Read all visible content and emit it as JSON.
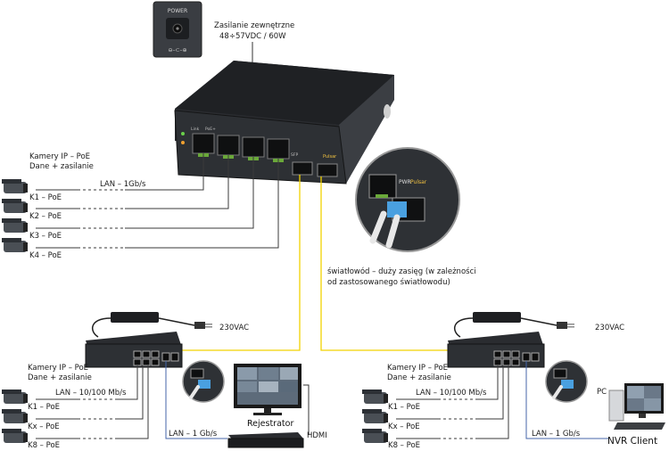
{
  "power_inlet": {
    "label": "POWER"
  },
  "power_supply": {
    "line1": "Zasilanie zewnętrzne",
    "line2": "48÷57VDC / 60W"
  },
  "main_switch": {
    "brand": "Pulsar",
    "port_group_labels": [
      "Link",
      "PoE+",
      "SFP",
      "PWR"
    ],
    "left_group": {
      "cameras_heading_1": "Kamery IP – PoE",
      "cameras_heading_2": "Dane + zasilanie",
      "link_label": "LAN – 1Gb/s",
      "cameras": [
        "K1 – PoE",
        "K2 – PoE",
        "K3 – PoE",
        "K4 – PoE"
      ]
    }
  },
  "sfp_zoom": {
    "pwr_label": "PWR",
    "brand": "Pulsar"
  },
  "fiber": {
    "line1": "światłowód – duży zasięg (w zależności",
    "line2": "od zastosowanego  światłowodu)"
  },
  "left_site": {
    "ac_label": "230VAC",
    "cameras_heading_1": "Kamery IP – PoE",
    "cameras_heading_2": "Dane + zasilanie",
    "link_label": "LAN – 10/100 Mb/s",
    "cameras": [
      "K1 – PoE",
      "Kx – PoE",
      "K8 – PoE"
    ],
    "uplink_label": "LAN – 1 Gb/s",
    "recorder_label": "Rejestrator",
    "hdmi_label": "HDMI"
  },
  "right_site": {
    "ac_label": "230VAC",
    "cameras_heading_1": "Kamery IP – PoE",
    "cameras_heading_2": "Dane + zasilanie",
    "link_label": "LAN – 10/100 Mb/s",
    "cameras": [
      "K1 – PoE",
      "Kx – PoE",
      "K8 – PoE"
    ],
    "uplink_label": "LAN – 1 Gb/s",
    "pc_label": "PC",
    "client_label": "NVR Client"
  },
  "colors": {
    "fiber": "#f2d200",
    "lan": "#3a3a3a",
    "uplink": "#4466aa",
    "device": "#222428"
  }
}
